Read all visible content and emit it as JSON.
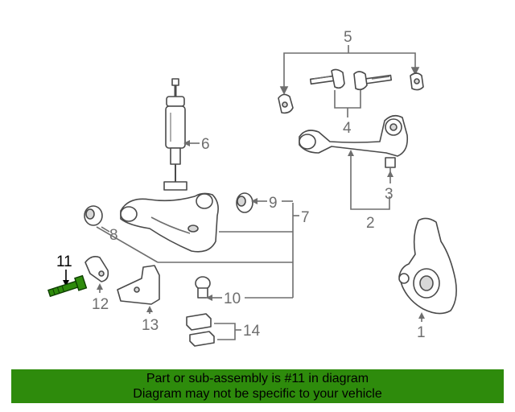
{
  "diagram": {
    "callouts": {
      "c1": "1",
      "c2": "2",
      "c3": "3",
      "c4": "4",
      "c5": "5",
      "c6": "6",
      "c7": "7",
      "c8": "8",
      "c9": "9",
      "c10": "10",
      "c11": "11",
      "c12": "12",
      "c13": "13",
      "c14": "14"
    },
    "highlighted_part": "11",
    "highlight_color": "#2e8b0c"
  },
  "banner": {
    "line1": "Part or sub-assembly is #11 in diagram",
    "line2": "Diagram may not be specific to your vehicle",
    "background": "#2e8b0c"
  }
}
